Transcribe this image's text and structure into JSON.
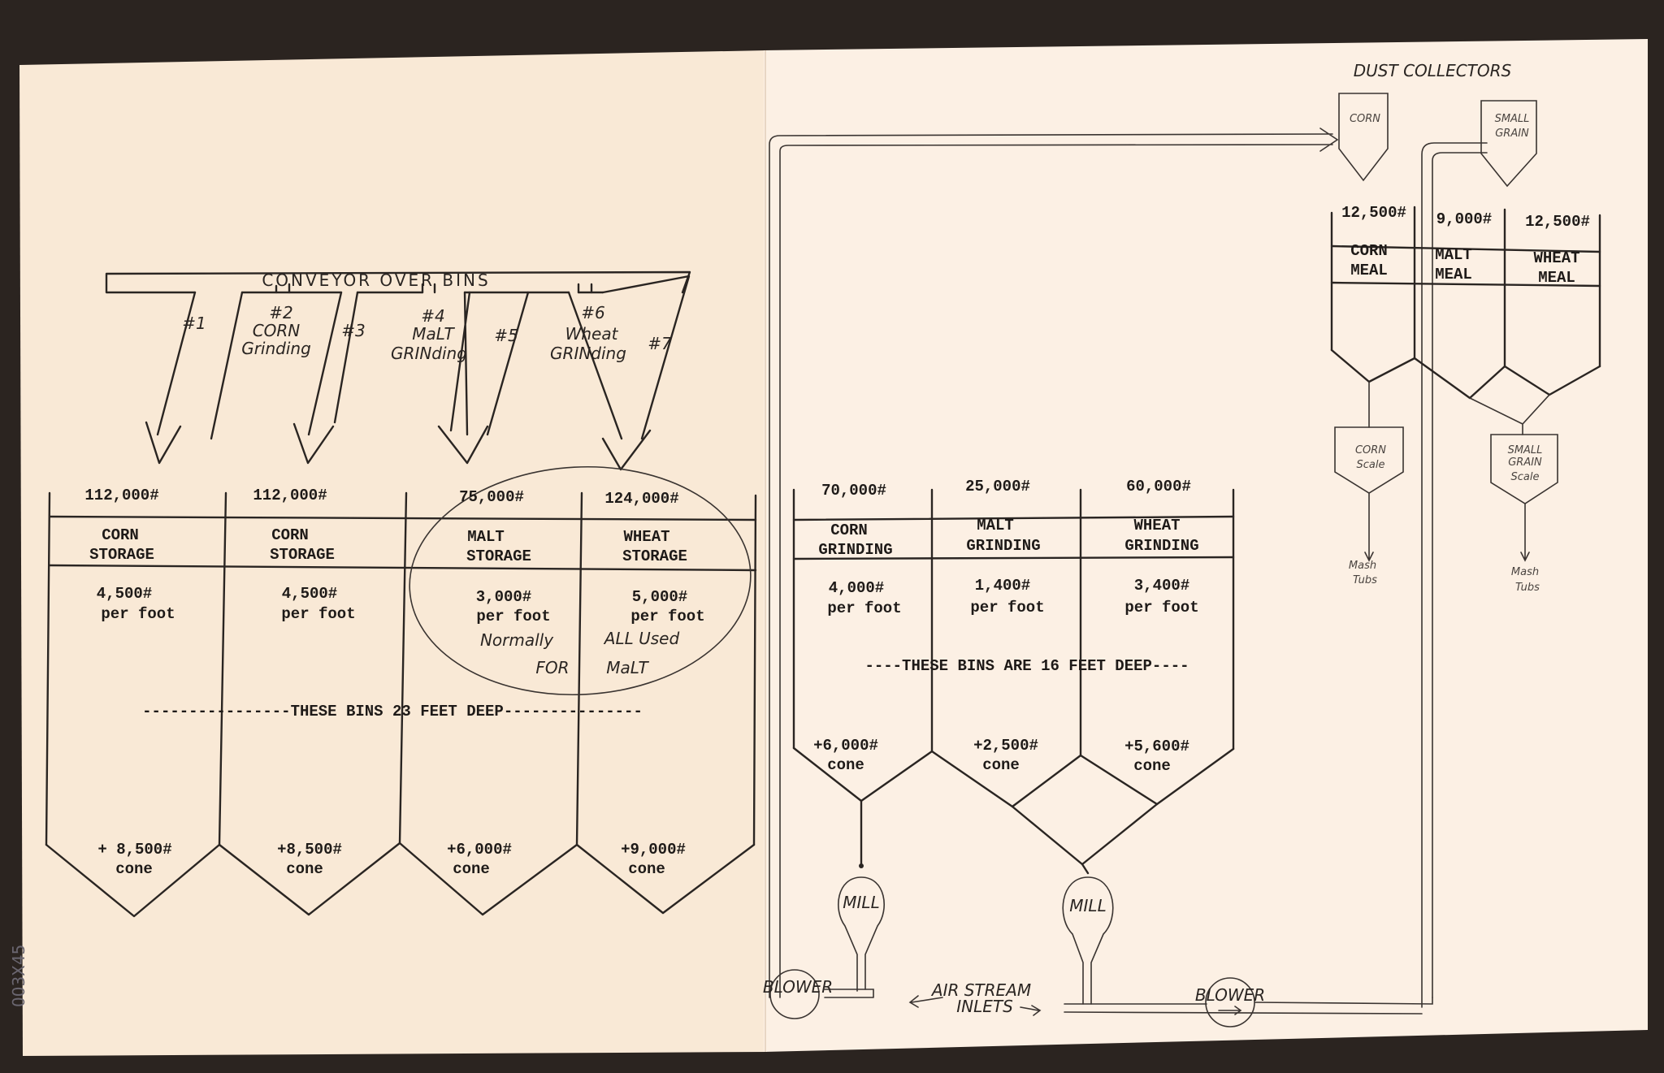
{
  "conveyor": {
    "title": "CONVEYOR OVER BINS",
    "chutes": [
      {
        "label": "#1",
        "note1": "",
        "note2": ""
      },
      {
        "label": "#2",
        "note1": "CORN",
        "note2": "Grinding"
      },
      {
        "label": "#3",
        "note1": "",
        "note2": ""
      },
      {
        "label": "#4",
        "note1": "MaLT",
        "note2": "GRINding"
      },
      {
        "label": "#5",
        "note1": "",
        "note2": ""
      },
      {
        "label": "#6",
        "note1": "Wheat",
        "note2": "GRINding"
      },
      {
        "label": "#7",
        "note1": "",
        "note2": ""
      }
    ]
  },
  "storage_bins": {
    "depth_note": "----------------THESE BINS 23 FEET DEEP---------------",
    "bins": [
      {
        "capacity": "112,000#",
        "name1": "CORN",
        "name2": "STORAGE",
        "rate": "4,500#",
        "rate_unit": "per foot",
        "cone": "+ 8,500#",
        "cone_unit": "cone"
      },
      {
        "capacity": "112,000#",
        "name1": "CORN",
        "name2": "STORAGE",
        "rate": "4,500#",
        "rate_unit": "per foot",
        "cone": "+8,500#",
        "cone_unit": "cone"
      },
      {
        "capacity": "75,000#",
        "name1": "MALT",
        "name2": "STORAGE",
        "rate": "3,000#",
        "rate_unit": "per foot",
        "cone": "+6,000#",
        "cone_unit": "cone"
      },
      {
        "capacity": "124,000#",
        "name1": "WHEAT",
        "name2": "STORAGE",
        "rate": "5,000#",
        "rate_unit": "per foot",
        "cone": "+9,000#",
        "cone_unit": "cone"
      }
    ],
    "annotation": {
      "line1a": "Normally",
      "line1b": "ALL Used",
      "line2a": "FOR",
      "line2b": "MaLT"
    }
  },
  "grinding_bins": {
    "depth_note": "----THESE BINS ARE 16 FEET DEEP----",
    "bins": [
      {
        "capacity": "70,000#",
        "name1": "CORN",
        "name2": "GRINDING",
        "rate": "4,000#",
        "rate_unit": "per foot",
        "cone": "+6,000#",
        "cone_unit": "cone"
      },
      {
        "capacity": "25,000#",
        "name1": "MALT",
        "name2": "GRINDING",
        "rate": "1,400#",
        "rate_unit": "per foot",
        "cone": "+2,500#",
        "cone_unit": "cone"
      },
      {
        "capacity": "60,000#",
        "name1": "WHEAT",
        "name2": "GRINDING",
        "rate": "3,400#",
        "rate_unit": "per foot",
        "cone": "+5,600#",
        "cone_unit": "cone"
      }
    ]
  },
  "mills": [
    "MILL",
    "MILL"
  ],
  "blowers": [
    "BLOWER",
    "BLOWER"
  ],
  "air_inlets": {
    "line1": "AIR STREAM",
    "line2": "INLETS"
  },
  "dust_collectors": {
    "title": "DUST COLLECTORS",
    "corn": "CORN",
    "small_grain1": "SMALL",
    "small_grain2": "GRAIN"
  },
  "meal_bins": [
    {
      "capacity": "12,500#",
      "name1": "CORN",
      "name2": "MEAL"
    },
    {
      "capacity": "9,000#",
      "name1": "MALT",
      "name2": "MEAL"
    },
    {
      "capacity": "12,500#",
      "name1": "WHEAT",
      "name2": "MEAL"
    }
  ],
  "scales": {
    "corn1": "CORN",
    "corn2": "Scale",
    "small1": "SMALL",
    "small2": "GRAIN",
    "small3": "Scale",
    "mash1": "Mash",
    "mash2": "Tubs"
  },
  "stamp": "003X45"
}
